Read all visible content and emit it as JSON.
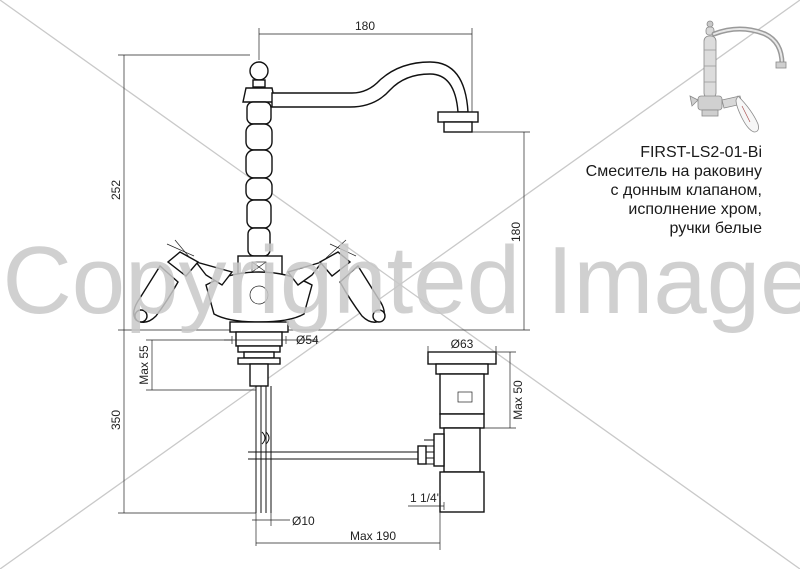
{
  "product": {
    "code": "FIRST-LS2-01-Bi",
    "description_lines": [
      "Смеситель на раковину",
      "с донным клапаном,",
      "исполнение хром,",
      "ручки белые"
    ]
  },
  "dimensions": {
    "spout_reach": "180",
    "total_height": "252",
    "spout_height": "180",
    "base_diameter": "Ø54",
    "max_thickness": "Max 55",
    "pipe_length": "350",
    "pipe_diameter": "Ø10",
    "max_distance": "Max 190",
    "valve_diameter": "Ø63",
    "valve_height": "Max 50",
    "thread": "1 1/4\""
  },
  "watermark": {
    "text": "Copyrighted Image"
  },
  "colors": {
    "line": "#111111",
    "watermark": "#c8c8c8",
    "background": "#ffffff"
  }
}
